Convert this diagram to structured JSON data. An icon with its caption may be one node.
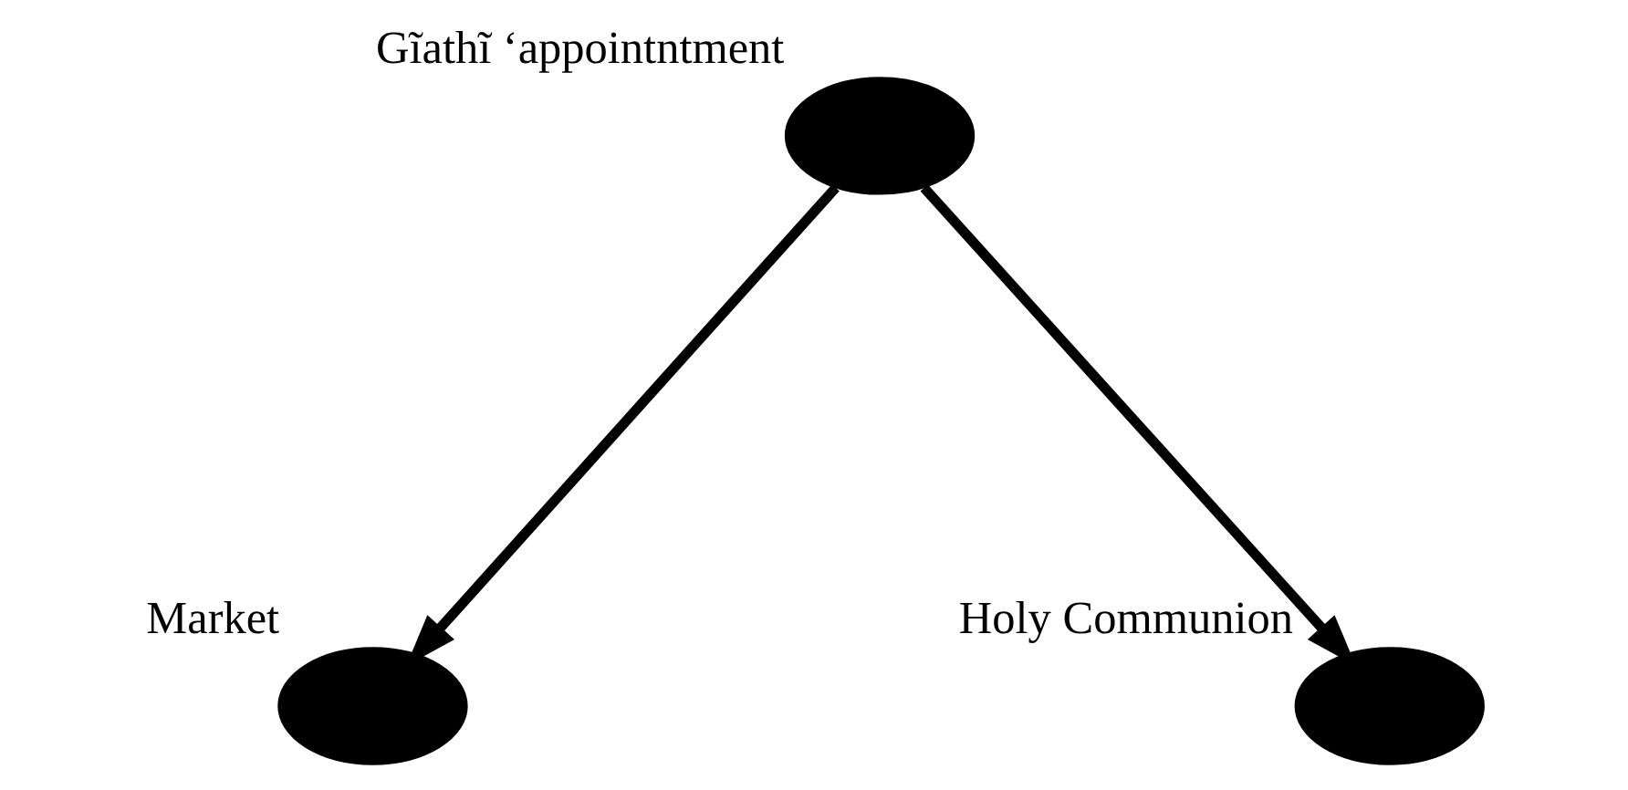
{
  "diagram": {
    "nodes": [
      {
        "text": [],
        "shape": "circle",
        "beside": [
          "Gĩathĩ ‘appointntment"
        ]
      },
      {
        "text": [],
        "shape": "circle",
        "beside": [
          "Market"
        ]
      },
      {
        "text": [],
        "shape": "circle",
        "beside": [
          "Holy Communion"
        ]
      }
    ],
    "edges": [
      {
        "from": 0,
        "to": 1,
        "arrow": "to"
      },
      {
        "from": 0,
        "to": 2,
        "arrow": "to"
      }
    ]
  }
}
